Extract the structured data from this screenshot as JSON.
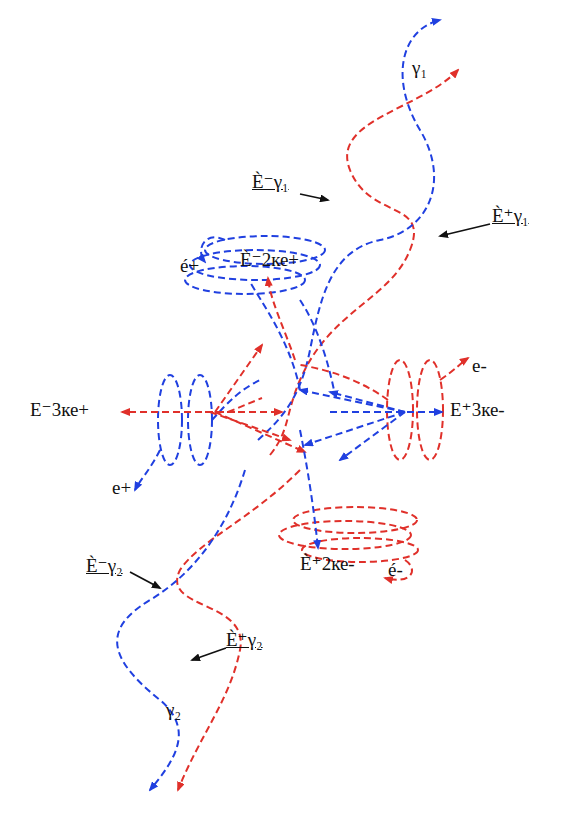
{
  "diagram": {
    "labels": [
      "γ₁",
      "È⁻γ₁",
      "È⁺γ₁",
      "é+",
      "È⁻2ке+",
      "e-",
      "E⁻3ке+",
      "E⁺3ке-",
      "e+",
      "È⁺2ке-",
      "é-",
      "È⁻γ₂",
      "È⁺γ₂",
      "γ₂"
    ]
  }
}
